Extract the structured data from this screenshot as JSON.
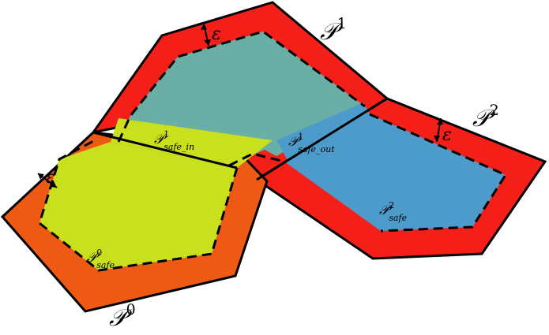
{
  "figure": {
    "polygons": [
      {
        "symbol": "𝒫",
        "index": "0",
        "safe_symbol": "𝒫",
        "safe_index": "0",
        "safe_sub": "safe",
        "color": "#ee5a14"
      },
      {
        "symbol": "𝒫",
        "index": "1",
        "color": "#f51f1a"
      },
      {
        "symbol": "𝒫",
        "index": "2",
        "safe_symbol": "𝒫",
        "safe_index": "2",
        "safe_sub": "safe",
        "color": "#f51f1a"
      }
    ],
    "safe_in": {
      "symbol": "𝒫",
      "index": "1",
      "sub": "safe_in",
      "color": "#c8e01e"
    },
    "safe_out": {
      "symbol": "𝒫",
      "index": "1",
      "sub": "safe_out",
      "color": "#4d9bca"
    },
    "epsilon": "ε",
    "fill_colors": {
      "p0_safe": "#c8e01e",
      "p1_safe": "#6aafa6",
      "p2_safe": "#4d9bca"
    }
  }
}
